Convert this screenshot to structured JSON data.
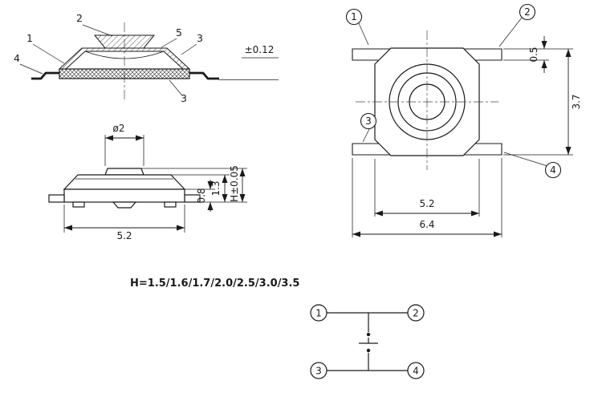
{
  "cross_section": {
    "callout_1": "1",
    "callout_2": "2",
    "callout_3_cover": "3",
    "callout_3_base": "3",
    "callout_4": "4",
    "callout_5": "5",
    "seating_tolerance": "±0.12"
  },
  "top_view": {
    "pin1": "1",
    "pin2": "2",
    "pin3": "3",
    "pin4": "4",
    "dim_lead_thickness": "0.5",
    "dim_lead_span": "3.7",
    "dim_body_width": "5.2",
    "dim_overall_width": "6.4"
  },
  "side_view": {
    "dim_actuator_diameter": "ø2",
    "dim_base_height": "0.8",
    "dim_body_height": "1.3",
    "dim_overall_height": "H±0.05",
    "dim_body_width": "5.2"
  },
  "height_spec": "H=1.5/1.6/1.7/2.0/2.5/3.0/3.5",
  "schematic": {
    "pin1": "1",
    "pin2": "2",
    "pin3": "3",
    "pin4": "4"
  }
}
